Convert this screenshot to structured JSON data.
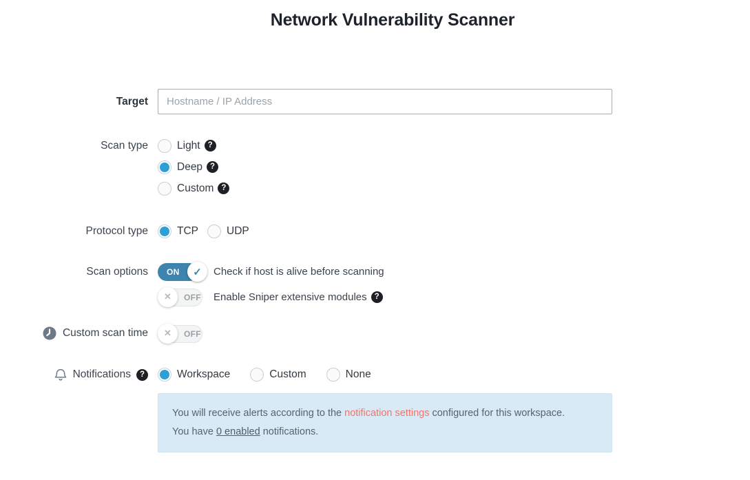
{
  "title": "Network Vulnerability Scanner",
  "icons": {
    "help": "?",
    "check": "✓",
    "cross": "✕"
  },
  "colors": {
    "accent_blue": "#2d9fd6",
    "toggle_on_blue": "#3d85ae",
    "info_bg": "#d8eaf6",
    "link_salmon": "#f1756a",
    "icon_gray": "#6e7a87"
  },
  "form": {
    "target": {
      "label": "Target",
      "placeholder": "Hostname / IP Address",
      "value": ""
    },
    "scan_type": {
      "label": "Scan type",
      "options": [
        {
          "label": "Light",
          "selected": false
        },
        {
          "label": "Deep",
          "selected": true
        },
        {
          "label": "Custom",
          "selected": false
        }
      ]
    },
    "protocol_type": {
      "label": "Protocol type",
      "options": [
        {
          "label": "TCP",
          "selected": true
        },
        {
          "label": "UDP",
          "selected": false
        }
      ]
    },
    "scan_options": {
      "label": "Scan options",
      "toggles": [
        {
          "state": "ON",
          "label": "Check if host is alive before scanning"
        },
        {
          "state": "OFF",
          "label": "Enable Sniper extensive modules"
        }
      ]
    },
    "custom_scan_time": {
      "label": "Custom scan time",
      "state": "OFF"
    },
    "notifications": {
      "label": "Notifications",
      "options": [
        {
          "label": "Workspace",
          "selected": true
        },
        {
          "label": "Custom",
          "selected": false
        },
        {
          "label": "None",
          "selected": false
        }
      ]
    },
    "info_box": {
      "line1_prefix": "You will receive alerts according to the ",
      "line1_link": "notification settings",
      "line1_suffix": " configured for this workspace.",
      "line2_prefix": "You have ",
      "line2_link": "0 enabled",
      "line2_suffix": " notifications."
    }
  }
}
